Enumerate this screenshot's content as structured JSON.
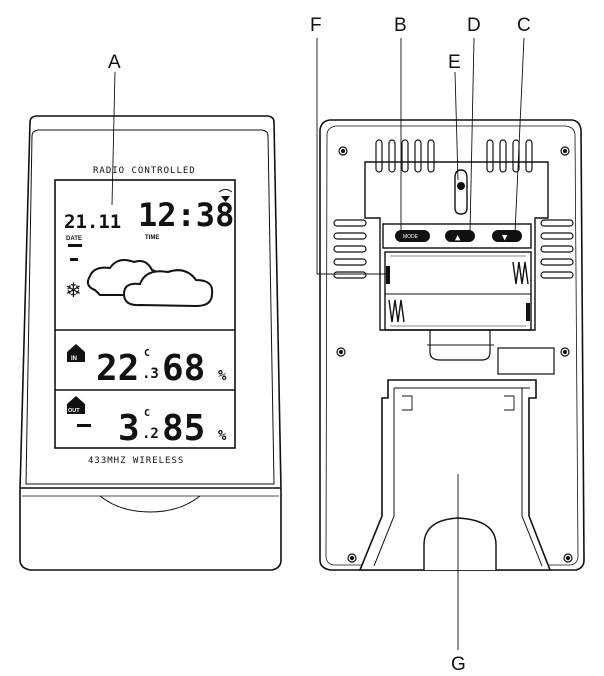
{
  "callouts": {
    "a": "A",
    "b": "B",
    "c": "C",
    "d": "D",
    "e": "E",
    "f": "F",
    "g": "G"
  },
  "front": {
    "header": "RADIO CONTROLLED",
    "date": "21.11",
    "date_label": "DATE",
    "time": "12:38",
    "time_label": "TIME",
    "indoor_temp": "22",
    "indoor_temp_decimal": ".3",
    "indoor_temp_unit": "C",
    "indoor_humidity": "68",
    "indoor_label": "IN",
    "outdoor_temp": "3",
    "outdoor_temp_decimal": ".2",
    "outdoor_temp_unit": "C",
    "outdoor_humidity": "85",
    "outdoor_label": "OUT",
    "percent": "%",
    "footer": "433MHZ WIRELESS",
    "snow_icon": "❄"
  },
  "back": {
    "mode_button": "MODE",
    "up_button": "▲",
    "down_button": "▼"
  }
}
